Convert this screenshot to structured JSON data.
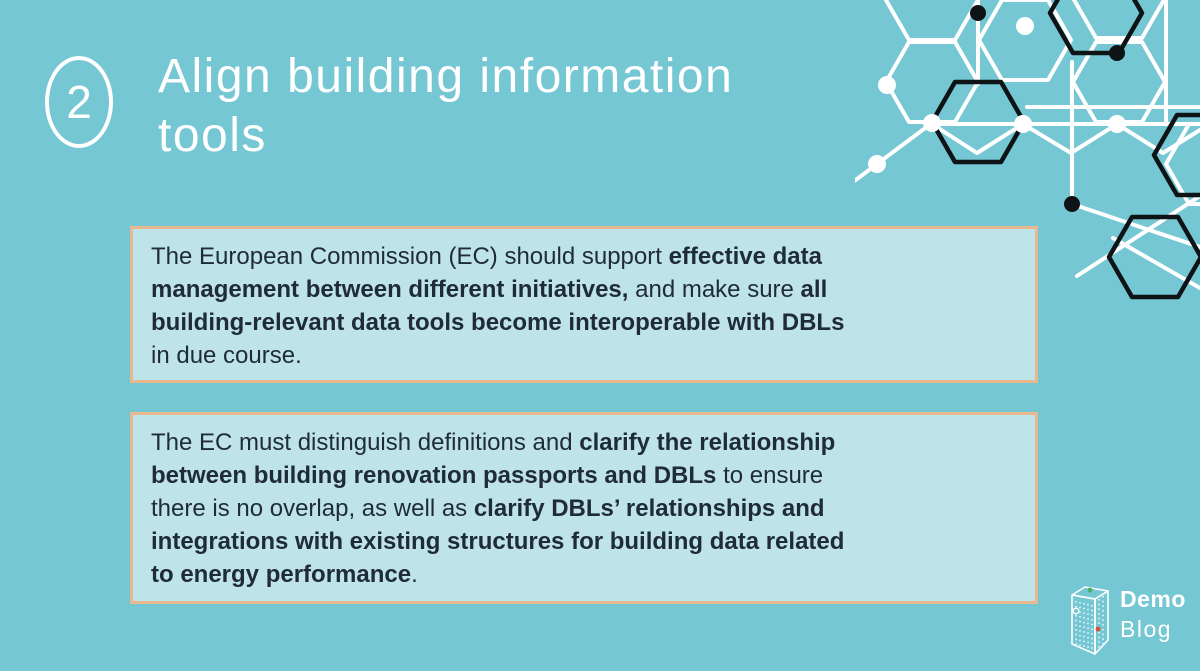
{
  "header": {
    "number": "2",
    "title_line1": "Align building information",
    "title_line2": "tools"
  },
  "boxes": [
    {
      "lines": [
        [
          {
            "text": "The European Commission (EC) should support ",
            "bold": false
          },
          {
            "text": "effective data",
            "bold": true
          }
        ],
        [
          {
            "text": "management between different initiatives,",
            "bold": true
          },
          {
            "text": " and make sure ",
            "bold": false
          },
          {
            "text": "all",
            "bold": true
          }
        ],
        [
          {
            "text": "building-relevant data tools become interoperable with DBLs",
            "bold": true
          }
        ],
        [
          {
            "text": "in due course.",
            "bold": false
          }
        ]
      ]
    },
    {
      "lines": [
        [
          {
            "text": "The EC must distinguish definitions and ",
            "bold": false
          },
          {
            "text": "clarify the relationship",
            "bold": true
          }
        ],
        [
          {
            "text": "between building renovation passports and DBLs",
            "bold": true
          },
          {
            "text": " to ensure",
            "bold": false
          }
        ],
        [
          {
            "text": "there is no overlap, as well as ",
            "bold": false
          },
          {
            "text": "clarify DBLs’ relationships and",
            "bold": true
          }
        ],
        [
          {
            "text": "integrations with existing structures for building data related",
            "bold": true
          }
        ],
        [
          {
            "text": "to energy performance",
            "bold": true
          },
          {
            "text": ".",
            "bold": false
          }
        ]
      ]
    }
  ],
  "logo": {
    "line1": "Demo",
    "line2": "Blog"
  },
  "colors": {
    "background": "#74c7d3",
    "box_fill": "#bee3e9",
    "box_border": "#e8b88f",
    "text_dark": "#1f2b38",
    "white": "#ffffff",
    "hex_black": "#0e1316",
    "logo_dot_green": "#44b06a",
    "logo_dot_red": "#d94f3d"
  }
}
